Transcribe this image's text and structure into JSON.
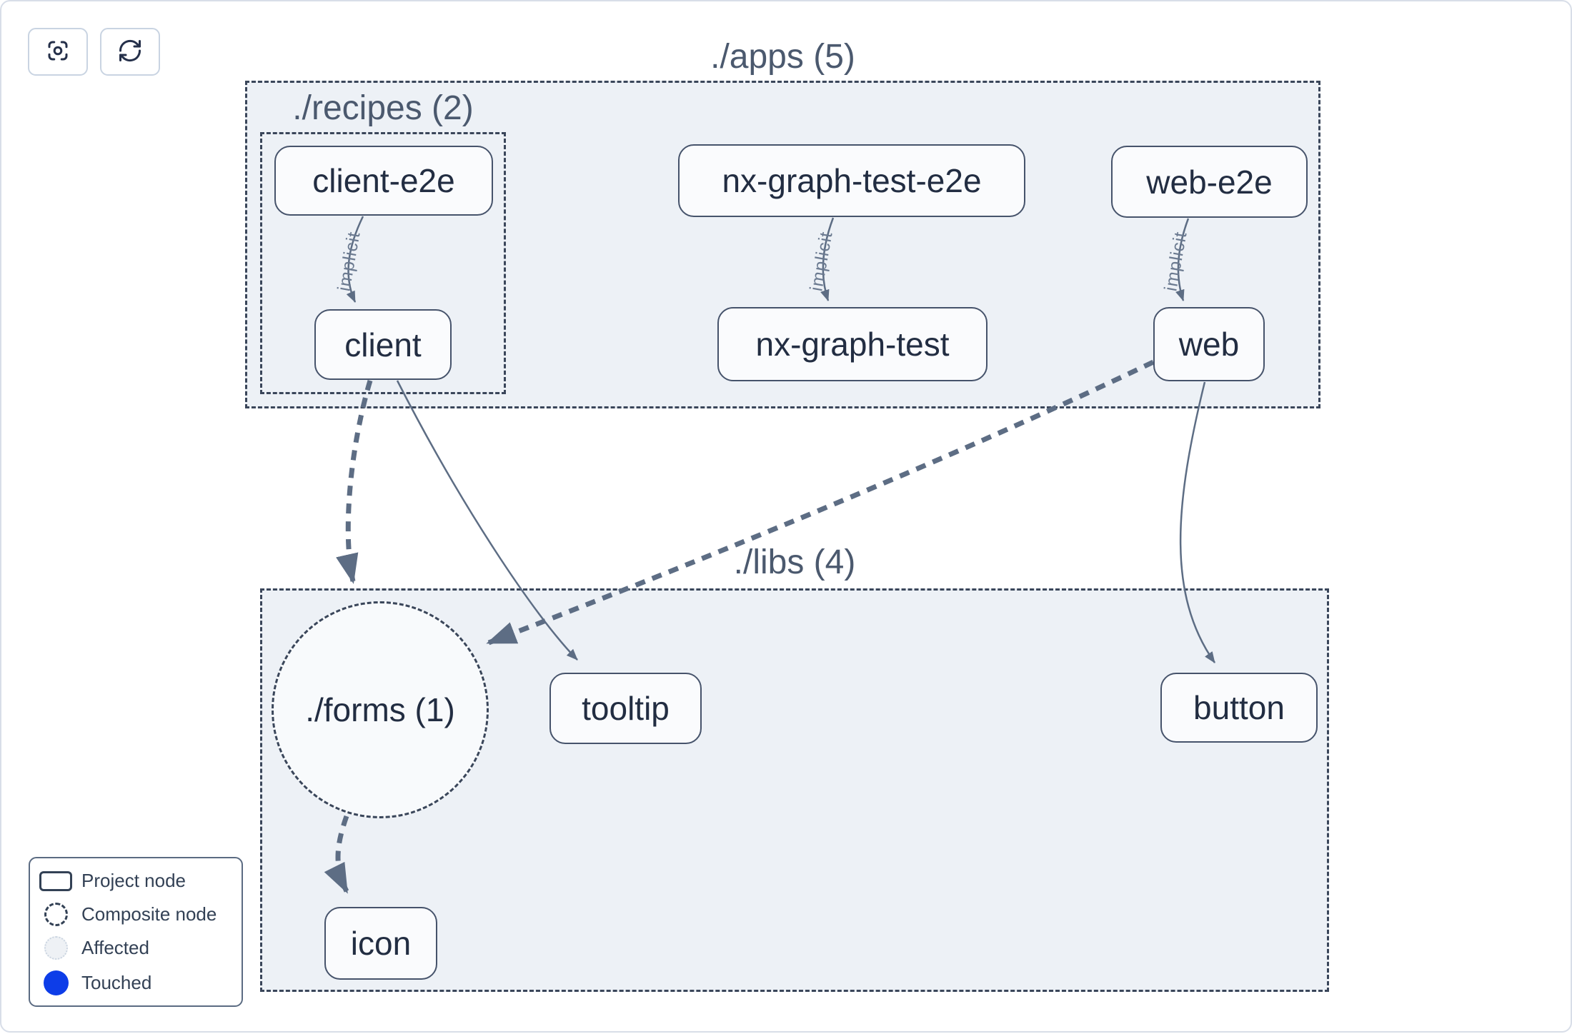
{
  "toolbar": {
    "buttons": [
      {
        "name": "focus",
        "icon": "focus-icon"
      },
      {
        "name": "refresh",
        "icon": "refresh-icon"
      }
    ]
  },
  "groups": {
    "apps": {
      "label": "./apps (5)"
    },
    "recipes": {
      "label": "./recipes (2)"
    },
    "libs": {
      "label": "./libs (4)"
    }
  },
  "nodes": {
    "client_e2e": {
      "label": "client-e2e",
      "type": "project"
    },
    "client": {
      "label": "client",
      "type": "project"
    },
    "nx_graph_test_e2e": {
      "label": "nx-graph-test-e2e",
      "type": "project"
    },
    "nx_graph_test": {
      "label": "nx-graph-test",
      "type": "project"
    },
    "web_e2e": {
      "label": "web-e2e",
      "type": "project"
    },
    "web": {
      "label": "web",
      "type": "project"
    },
    "forms": {
      "label": "./forms (1)",
      "type": "composite"
    },
    "tooltip": {
      "label": "tooltip",
      "type": "project"
    },
    "button": {
      "label": "button",
      "type": "project"
    },
    "icon": {
      "label": "icon",
      "type": "project"
    }
  },
  "edges": {
    "implicit_label": "implicit",
    "list": [
      {
        "from": "client-e2e",
        "to": "client",
        "label": "implicit",
        "style": "thin"
      },
      {
        "from": "nx-graph-test-e2e",
        "to": "nx-graph-test",
        "label": "implicit",
        "style": "thin"
      },
      {
        "from": "web-e2e",
        "to": "web",
        "label": "implicit",
        "style": "thin"
      },
      {
        "from": "client",
        "to": "./forms (1)",
        "style": "thick-dashed"
      },
      {
        "from": "client",
        "to": "tooltip",
        "style": "thin"
      },
      {
        "from": "web",
        "to": "./forms (1)",
        "style": "thick-dashed"
      },
      {
        "from": "web",
        "to": "button",
        "style": "thin"
      },
      {
        "from": "./forms (1)",
        "to": "icon",
        "style": "thick-dashed"
      }
    ]
  },
  "legend": {
    "items": [
      {
        "icon": "project-node-icon",
        "label": "Project node"
      },
      {
        "icon": "composite-node-icon",
        "label": "Composite node"
      },
      {
        "icon": "affected-icon",
        "label": "Affected"
      },
      {
        "icon": "touched-icon",
        "label": "Touched"
      }
    ]
  },
  "colors": {
    "touched": "#0d3de8",
    "affected_fill": "#eef1f5",
    "group_fill": "#edf1f6",
    "edge": "#5d6d84",
    "node_border": "#46536b",
    "node_text": "#222d42"
  }
}
